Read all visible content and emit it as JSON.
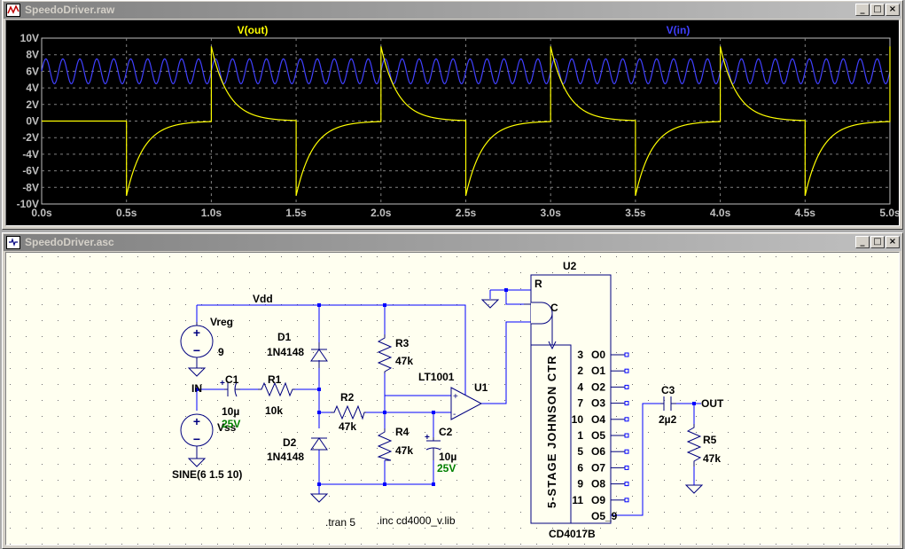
{
  "waveform_window": {
    "title": "SpeedoDriver.raw",
    "traces": [
      {
        "name": "V(out)",
        "color": "#ffff00"
      },
      {
        "name": "V(in)",
        "color": "#4040ff"
      }
    ]
  },
  "schematic_window": {
    "title": "SpeedoDriver.asc",
    "components": {
      "vdd_label": "Vdd",
      "vreg_name": "Vreg",
      "vreg_value": "9",
      "vss_name": "Vss",
      "vss_value": "SINE(6 1.5 10)",
      "in_label": "IN",
      "c1_name": "C1",
      "c1_value": "10µ",
      "c1_voltage": "25V",
      "r1_name": "R1",
      "r1_value": "10k",
      "d1_name": "D1",
      "d1_value": "1N4148",
      "d2_name": "D2",
      "d2_value": "1N4148",
      "r2_name": "R2",
      "r2_value": "47k",
      "r3_name": "R3",
      "r3_value": "47k",
      "r4_name": "R4",
      "r4_value": "47k",
      "c2_name": "C2",
      "c2_value": "10µ",
      "c2_voltage": "25V",
      "u1_name": "U1",
      "u1_value": "LT1001",
      "u2_name": "U2",
      "u2_value": "CD4017B",
      "u2_body": "5-STAGE JOHNSON CTR",
      "u2_reset": "R",
      "u2_clock": "C",
      "c3_name": "C3",
      "c3_value": "2µ2",
      "r5_name": "R5",
      "r5_value": "47k",
      "out_label": "OUT",
      "u2_pins": [
        {
          "num": "3",
          "name": "O0"
        },
        {
          "num": "2",
          "name": "O1"
        },
        {
          "num": "4",
          "name": "O2"
        },
        {
          "num": "7",
          "name": "O3"
        },
        {
          "num": "10",
          "name": "O4"
        },
        {
          "num": "1",
          "name": "O5"
        },
        {
          "num": "5",
          "name": "O6"
        },
        {
          "num": "6",
          "name": "O7"
        },
        {
          "num": "9",
          "name": "O8"
        },
        {
          "num": "11",
          "name": "O9"
        },
        {
          "num": "",
          "name": "O5_9"
        }
      ]
    },
    "directives": {
      "tran": ".tran 5",
      "inc": ".inc cd4000_v.lib"
    }
  },
  "chart_data": {
    "type": "line",
    "title": "",
    "xlabel": "",
    "ylabel": "",
    "xlim": [
      0,
      5
    ],
    "ylim": [
      -10,
      10
    ],
    "grid": true,
    "legend": "top",
    "x_ticks": [
      "0.0s",
      "0.5s",
      "1.0s",
      "1.5s",
      "2.0s",
      "2.5s",
      "3.0s",
      "3.5s",
      "4.0s",
      "4.5s",
      "5.0s"
    ],
    "y_ticks": [
      "10V",
      "8V",
      "6V",
      "4V",
      "2V",
      "0V",
      "-2V",
      "-4V",
      "-6V",
      "-8V",
      "-10V"
    ],
    "series": [
      {
        "name": "V(in)",
        "color": "#4040ff",
        "waveform": "sine",
        "offset": 6,
        "amplitude": 1.5,
        "frequency": 10
      },
      {
        "name": "V(out)",
        "color": "#ffff00",
        "waveform": "pulse_response",
        "negative_edges": [
          0.5,
          1.5,
          2.5,
          3.5,
          4.5
        ],
        "positive_edges": [
          1.0,
          2.0,
          3.0,
          4.0,
          5.0
        ],
        "peak": 9,
        "time_constant": 0.1,
        "initial_flat_value": 0
      }
    ]
  }
}
